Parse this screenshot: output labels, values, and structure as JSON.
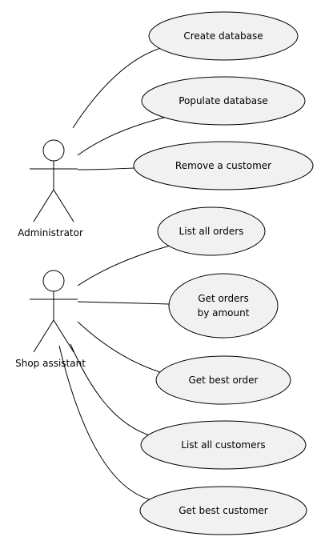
{
  "actors": [
    {
      "id": "admin",
      "label": "Administrator"
    },
    {
      "id": "shop",
      "label": "Shop assistant"
    }
  ],
  "use_cases": [
    {
      "id": "create_db",
      "lines": [
        "Create database"
      ]
    },
    {
      "id": "populate_db",
      "lines": [
        "Populate database"
      ]
    },
    {
      "id": "remove_customer",
      "lines": [
        "Remove a customer"
      ]
    },
    {
      "id": "list_orders",
      "lines": [
        "List all orders"
      ]
    },
    {
      "id": "orders_by_amount",
      "lines": [
        "Get orders",
        "by amount"
      ]
    },
    {
      "id": "best_order",
      "lines": [
        "Get best order"
      ]
    },
    {
      "id": "list_customers",
      "lines": [
        "List all customers"
      ]
    },
    {
      "id": "best_customer",
      "lines": [
        "Get best customer"
      ]
    }
  ],
  "associations": [
    {
      "actor": "admin",
      "use_case": "create_db"
    },
    {
      "actor": "admin",
      "use_case": "populate_db"
    },
    {
      "actor": "admin",
      "use_case": "remove_customer"
    },
    {
      "actor": "shop",
      "use_case": "list_orders"
    },
    {
      "actor": "shop",
      "use_case": "orders_by_amount"
    },
    {
      "actor": "shop",
      "use_case": "best_order"
    },
    {
      "actor": "shop",
      "use_case": "list_customers"
    },
    {
      "actor": "shop",
      "use_case": "best_customer"
    }
  ]
}
